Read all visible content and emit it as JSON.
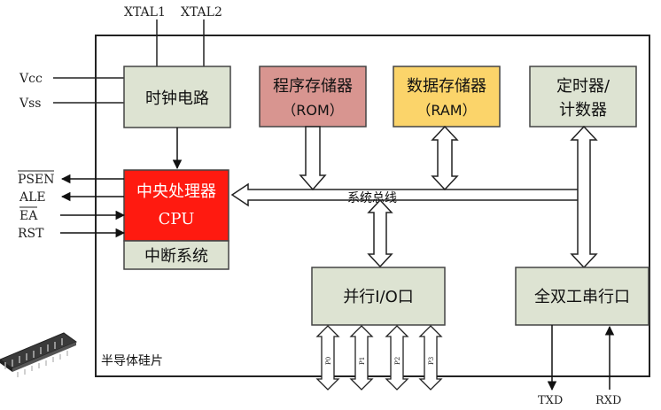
{
  "pins_top": {
    "xtal1": "XTAL1",
    "xtal2": "XTAL2"
  },
  "pins_left": {
    "vcc": "Vcc",
    "vss": "Vss",
    "psen": "PSEN",
    "ale": "ALE",
    "ea": "EA",
    "rst": "RST"
  },
  "blocks": {
    "clock": "时钟电路",
    "rom": {
      "line1": "程序存储器",
      "line2": "（ROM）"
    },
    "ram": {
      "line1": "数据存储器",
      "line2": "（RAM）"
    },
    "timer": {
      "line1": "定时器/",
      "line2": "计数器"
    },
    "cpu": {
      "line1": "中央处理器",
      "line2": "CPU"
    },
    "interrupt": "中断系统",
    "parallel_io": "并行I/O口",
    "serial": "全双工串行口"
  },
  "bus_label": "系统总线",
  "chip_label": "半导体硅片",
  "ports": [
    "P0",
    "P1",
    "P2",
    "P3"
  ],
  "serial_pins": {
    "txd": "TXD",
    "rxd": "RXD"
  },
  "colors": {
    "block_fill": "#dde3d2",
    "rom_fill": "#d89590",
    "ram_fill": "#fbd46a",
    "cpu_fill": "#ff1a10",
    "border": "#222222"
  },
  "icons": {
    "chip": "ic-chip-icon"
  }
}
